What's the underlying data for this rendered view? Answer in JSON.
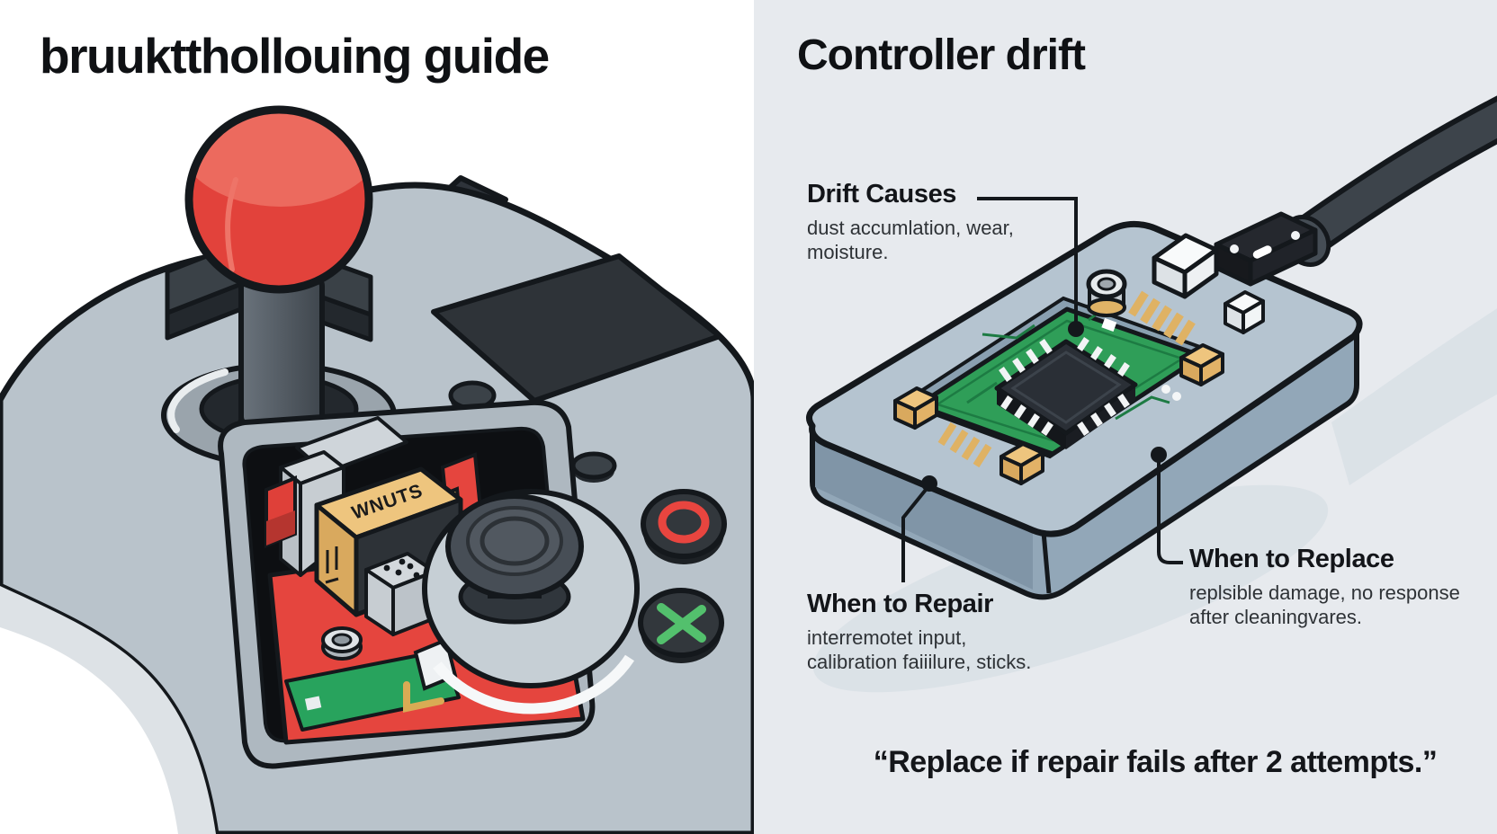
{
  "left_panel": {
    "title": "bruuktthollouing guide",
    "chip_label": "WNUTS"
  },
  "right_panel": {
    "title": "Controller drift",
    "callout_drift_causes": {
      "heading": "Drift Causes",
      "line1": "dust accumlation, wear,",
      "line2": "moisture."
    },
    "callout_when_to_repair": {
      "heading": "When to Repair",
      "line1": "interremotet input,",
      "line2": "calibration faiiilure, sticks."
    },
    "callout_when_to_replace": {
      "heading": "When to Replace",
      "line1": "replsible damage, no response",
      "line2": "after cleaningvares."
    },
    "quote": "“Replace if repair fails after 2 attempts.”"
  }
}
